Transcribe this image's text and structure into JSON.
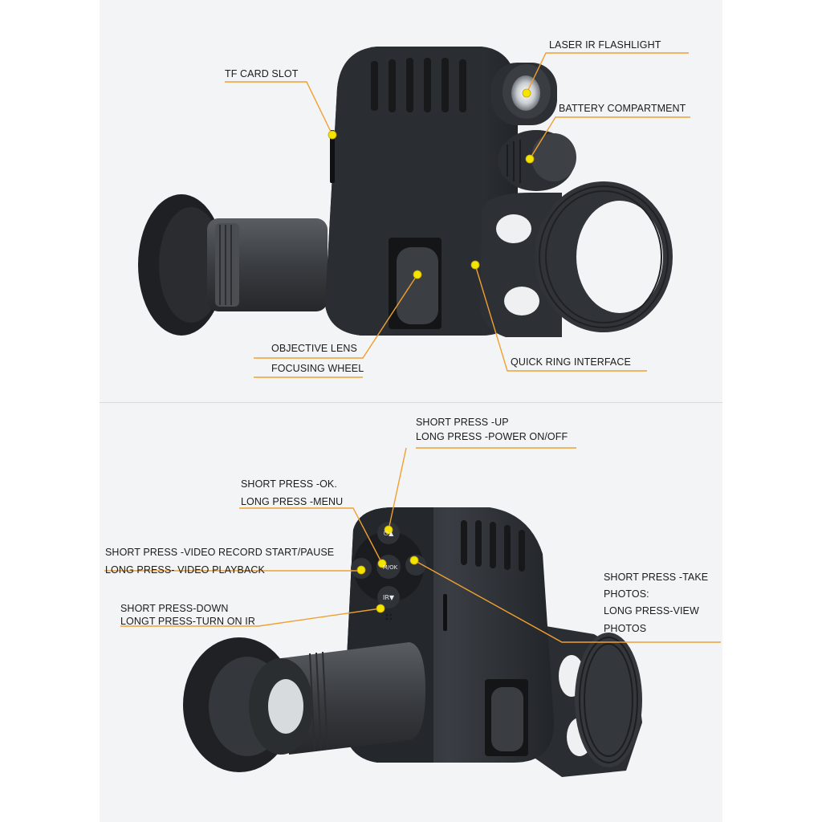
{
  "colors": {
    "panel_bg": "#f3f4f6",
    "leader_line": "#f0a030",
    "marker_dot": "#f2e600",
    "device_body": "#2c2f33"
  },
  "top_view": {
    "labels": {
      "tf_card_slot": "TF CARD SLOT",
      "laser_ir_flashlight": "LASER IR FLASHLIGHT",
      "battery_compartment": "BATTERY COMPARTMENT",
      "objective_lens": "OBJECTIVE LENS",
      "focusing_wheel": "FOCUSING WHEEL",
      "quick_ring_interface": "QUICK RING INTERFACE"
    }
  },
  "bottom_view": {
    "labels": {
      "up_short": "SHORT PRESS -UP",
      "up_long": "LONG PRESS -POWER ON/OFF",
      "ok_short": "SHORT PRESS -OK.",
      "ok_long": "LONG PRESS -MENU",
      "video_short": "SHORT PRESS -VIDEO RECORD START/PAUSE",
      "video_long": "LONG PRESS- VIDEO PLAYBACK",
      "down_short": "SHORT PRESS-DOWN",
      "down_long": "LONGT PRESS-TURN ON IR",
      "photo_line1": "SHORT PRESS -TAKE",
      "photo_line2": "PHOTOS:",
      "photo_line3": "LONG PRESS-VIEW",
      "photo_line4": "PHOTOS"
    },
    "button_glyphs": {
      "up": "⏻▲",
      "ok": "M/OK",
      "down": "IR▼"
    }
  }
}
